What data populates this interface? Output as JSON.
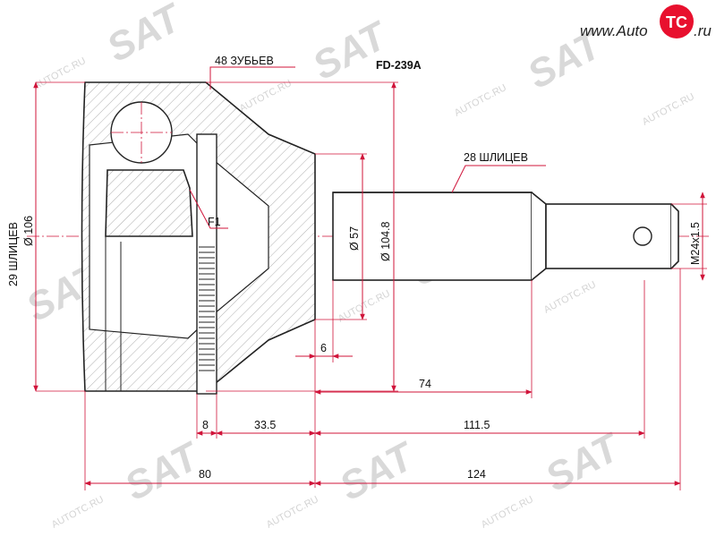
{
  "part_number": "FD-239A",
  "logo": {
    "prefix": "www.Auto",
    "brand": "TC",
    "suffix": ".ru"
  },
  "watermark": {
    "brand": "SAT",
    "site": "AUTOTC.RU"
  },
  "callouts": {
    "teeth": "48 ЗУБЬЕВ",
    "outer_splines": "28 ШЛИЦЕВ",
    "inner_splines": "29 ШЛИЦЕВ",
    "flange": "F1"
  },
  "dimensions": {
    "outer_diameter": "Ø 106",
    "shaft_diameter": "Ø 57",
    "abs_ring_diameter": "Ø 104.8",
    "thread": "M24x1.5",
    "d6": "6",
    "d74": "74",
    "d8": "8",
    "d33_5": "33.5",
    "d111_5": "111.5",
    "d80": "80",
    "d124": "124"
  }
}
